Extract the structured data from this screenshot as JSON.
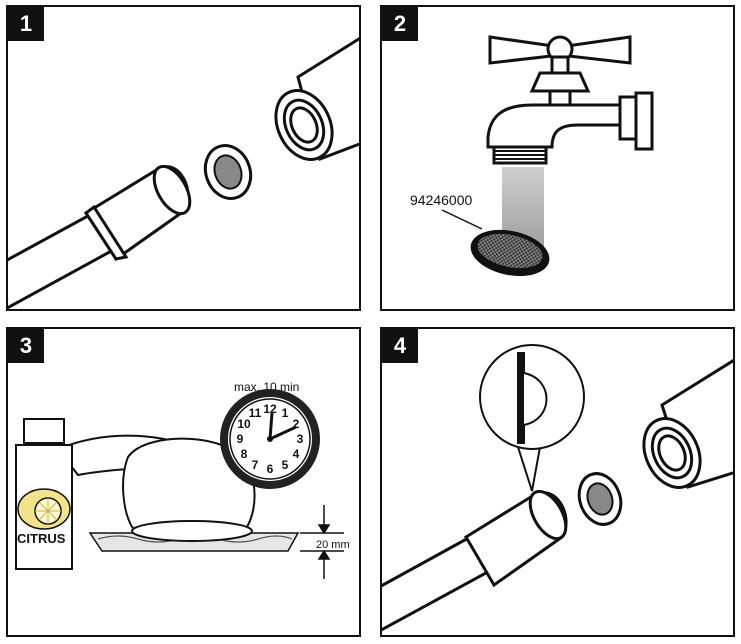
{
  "panels": [
    {
      "number": "1"
    },
    {
      "number": "2",
      "part_number": "94246000"
    },
    {
      "number": "3",
      "clock_label": "max. 10 min",
      "clock_numbers": [
        "12",
        "1",
        "2",
        "3",
        "4",
        "5",
        "6",
        "7",
        "8",
        "9",
        "10",
        "11"
      ],
      "bottle_label": "CITRUS",
      "depth_label": "20 mm"
    },
    {
      "number": "4"
    }
  ],
  "colors": {
    "line": "#111111",
    "background": "#ffffff",
    "water_gray": "#d9d9d9"
  }
}
